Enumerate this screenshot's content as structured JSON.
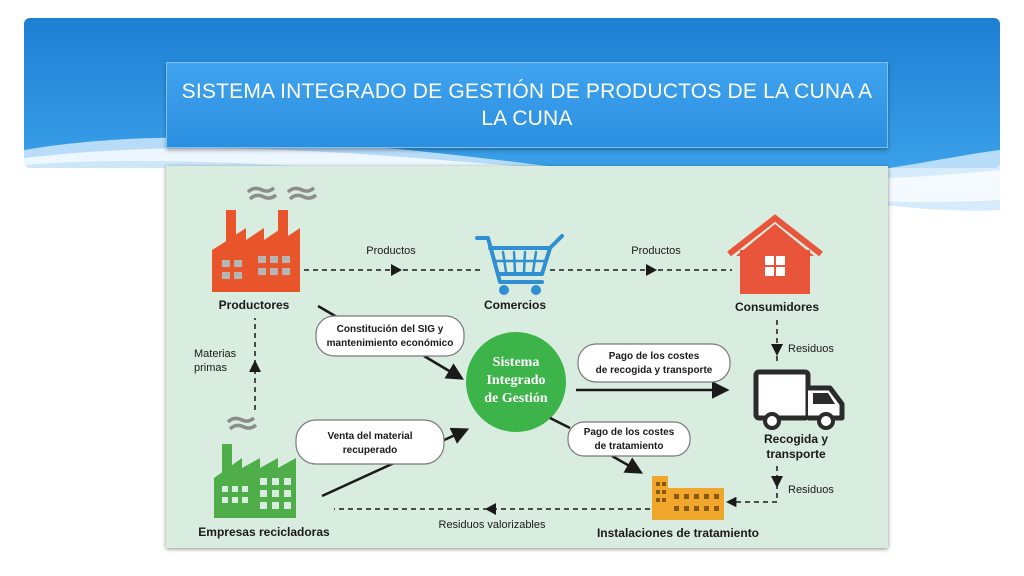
{
  "slide": {
    "title": "SISTEMA INTEGRADO DE GESTIÓN DE PRODUCTOS DE LA CUNA A LA CUNA"
  },
  "diagram": {
    "nodes": {
      "productores": "Productores",
      "comercios": "Comercios",
      "consumidores": "Consumidores",
      "sig_line1": "Sistema",
      "sig_line2": "Integrado",
      "sig_line3": "de Gestión",
      "recogida_line1": "Recogida y",
      "recogida_line2": "transporte",
      "instalaciones": "Instalaciones de tratamiento",
      "empresas": "Empresas recicladoras"
    },
    "flows": {
      "productos_1": "Productos",
      "productos_2": "Productos",
      "residuos_1": "Residuos",
      "residuos_2": "Residuos",
      "residuos_valorizables": "Residuos valorizables",
      "materias_line1": "Materias",
      "materias_line2": "primas"
    },
    "callouts": {
      "constitucion_line1": "Constitución del SIG y",
      "constitucion_line2": "mantenimiento económico",
      "pago_recogida_line1": "Pago de los costes",
      "pago_recogida_line2": "de recogida y transporte",
      "pago_tratamiento_line1": "Pago de los costes",
      "pago_tratamiento_line2": "de tratamiento",
      "venta_line1": "Venta del material",
      "venta_line2": "recuperado"
    },
    "colors": {
      "background": "#d8ece0",
      "sig_circle": "#3db44a",
      "factory": "#e8552a",
      "recycler": "#4fae4a",
      "cart": "#2f8fd0",
      "house": "#e8553a",
      "plant": "#f1a72b",
      "truck": "#2b2b2b"
    }
  }
}
